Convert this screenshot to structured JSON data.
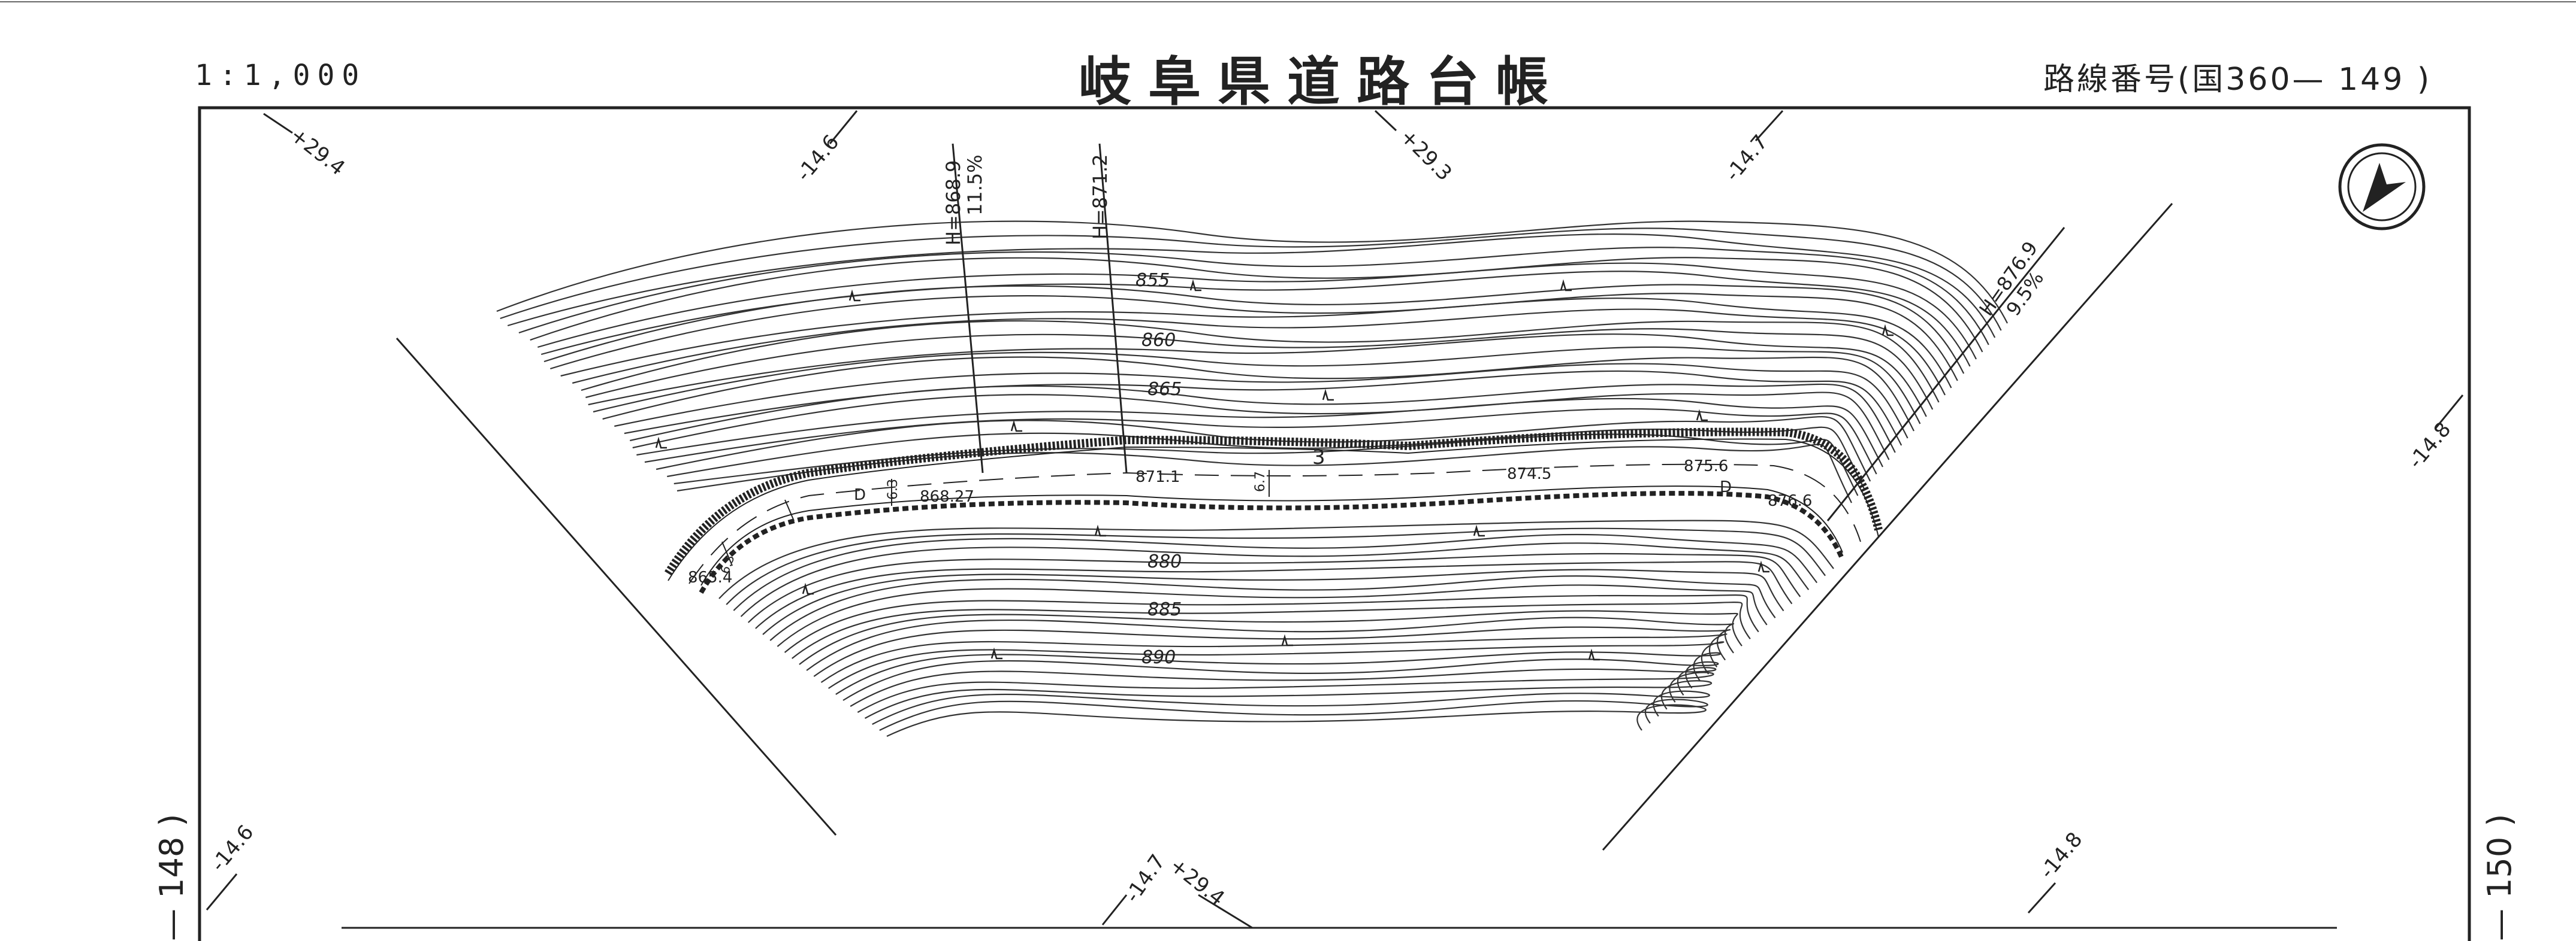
{
  "header": {
    "scale": "1:1,000",
    "title": "岐阜県道路台帳",
    "route_number": "路線番号(国360— 149 )"
  },
  "margin_refs": {
    "left": "— 148 )",
    "right": "— 150 )"
  },
  "station_labels": {
    "top": [
      "+29.4",
      "-14.6",
      "+29.3",
      "-14.7"
    ],
    "right": [
      "-14.8"
    ],
    "bottom": [
      "-14.6",
      "-14.7",
      "+29.4",
      "-14.8"
    ]
  },
  "contour_labels": [
    "855",
    "860",
    "865",
    "880",
    "885",
    "890"
  ],
  "road_elevations": [
    "865.4",
    "868.27",
    "871.1",
    "874.5",
    "875.6",
    "876.6"
  ],
  "grade_points": [
    {
      "height": "H=868.9",
      "grade": "11.5%"
    },
    {
      "height": "H=871.2",
      "grade": ""
    },
    {
      "height": "H=876.9",
      "grade": "9.5%"
    }
  ],
  "road_widths": [
    "6.3",
    "6.7",
    "6.3"
  ],
  "road_number": "3",
  "symbol": "D",
  "north_arrow": "north-arrow-icon",
  "colors": {
    "ink": "#222222",
    "paper": "#ffffff"
  }
}
